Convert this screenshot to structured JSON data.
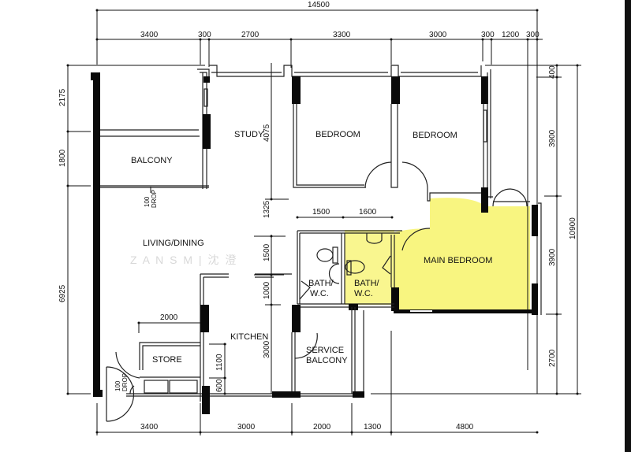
{
  "plan": {
    "highlight_color": "#f7f36a",
    "watermark": "Z A N     S     M     |   沈   澄",
    "overall_dims": {
      "top_total": "14500",
      "right_total": "10900"
    },
    "top_dims": [
      "3400",
      "300",
      "2700",
      "3300",
      "3000",
      "300",
      "1200",
      "300"
    ],
    "bottom_dims": [
      "3400",
      "3000",
      "2000",
      "1300",
      "4800"
    ],
    "left_dims": [
      "2175",
      "1800",
      "6925"
    ],
    "right_dims": [
      "400",
      "3900",
      "3900",
      "2700"
    ],
    "interior_dims": {
      "study_height": "4075",
      "corridor": "1325",
      "bath_width_1": "1500",
      "bath_width_2": "1600",
      "bath_height_1": "1500",
      "bath_height_2": "1000",
      "store_width": "2000",
      "kitchen_height": "3000",
      "kitchen_counter_1": "1100",
      "kitchen_counter_2": "600"
    },
    "rooms": {
      "balcony": "BALCONY",
      "study": "STUDY",
      "bedroom_1": "BEDROOM",
      "bedroom_2": "BEDROOM",
      "living_dining": "LIVING/DINING",
      "main_bedroom": "MAIN  BEDROOM",
      "bath_1_line1": "BATH/",
      "bath_1_line2": "W.C.",
      "bath_2_line1": "BATH/",
      "bath_2_line2": "W.C.",
      "kitchen": "KITCHEN",
      "store": "STORE",
      "service_balcony_line1": "SERVICE",
      "service_balcony_line2": "BALCONY"
    },
    "notes": {
      "balcony_drop_1": "100",
      "balcony_drop_2": "DROP",
      "entry_drop_1": "100",
      "entry_drop_2": "DROP"
    }
  }
}
